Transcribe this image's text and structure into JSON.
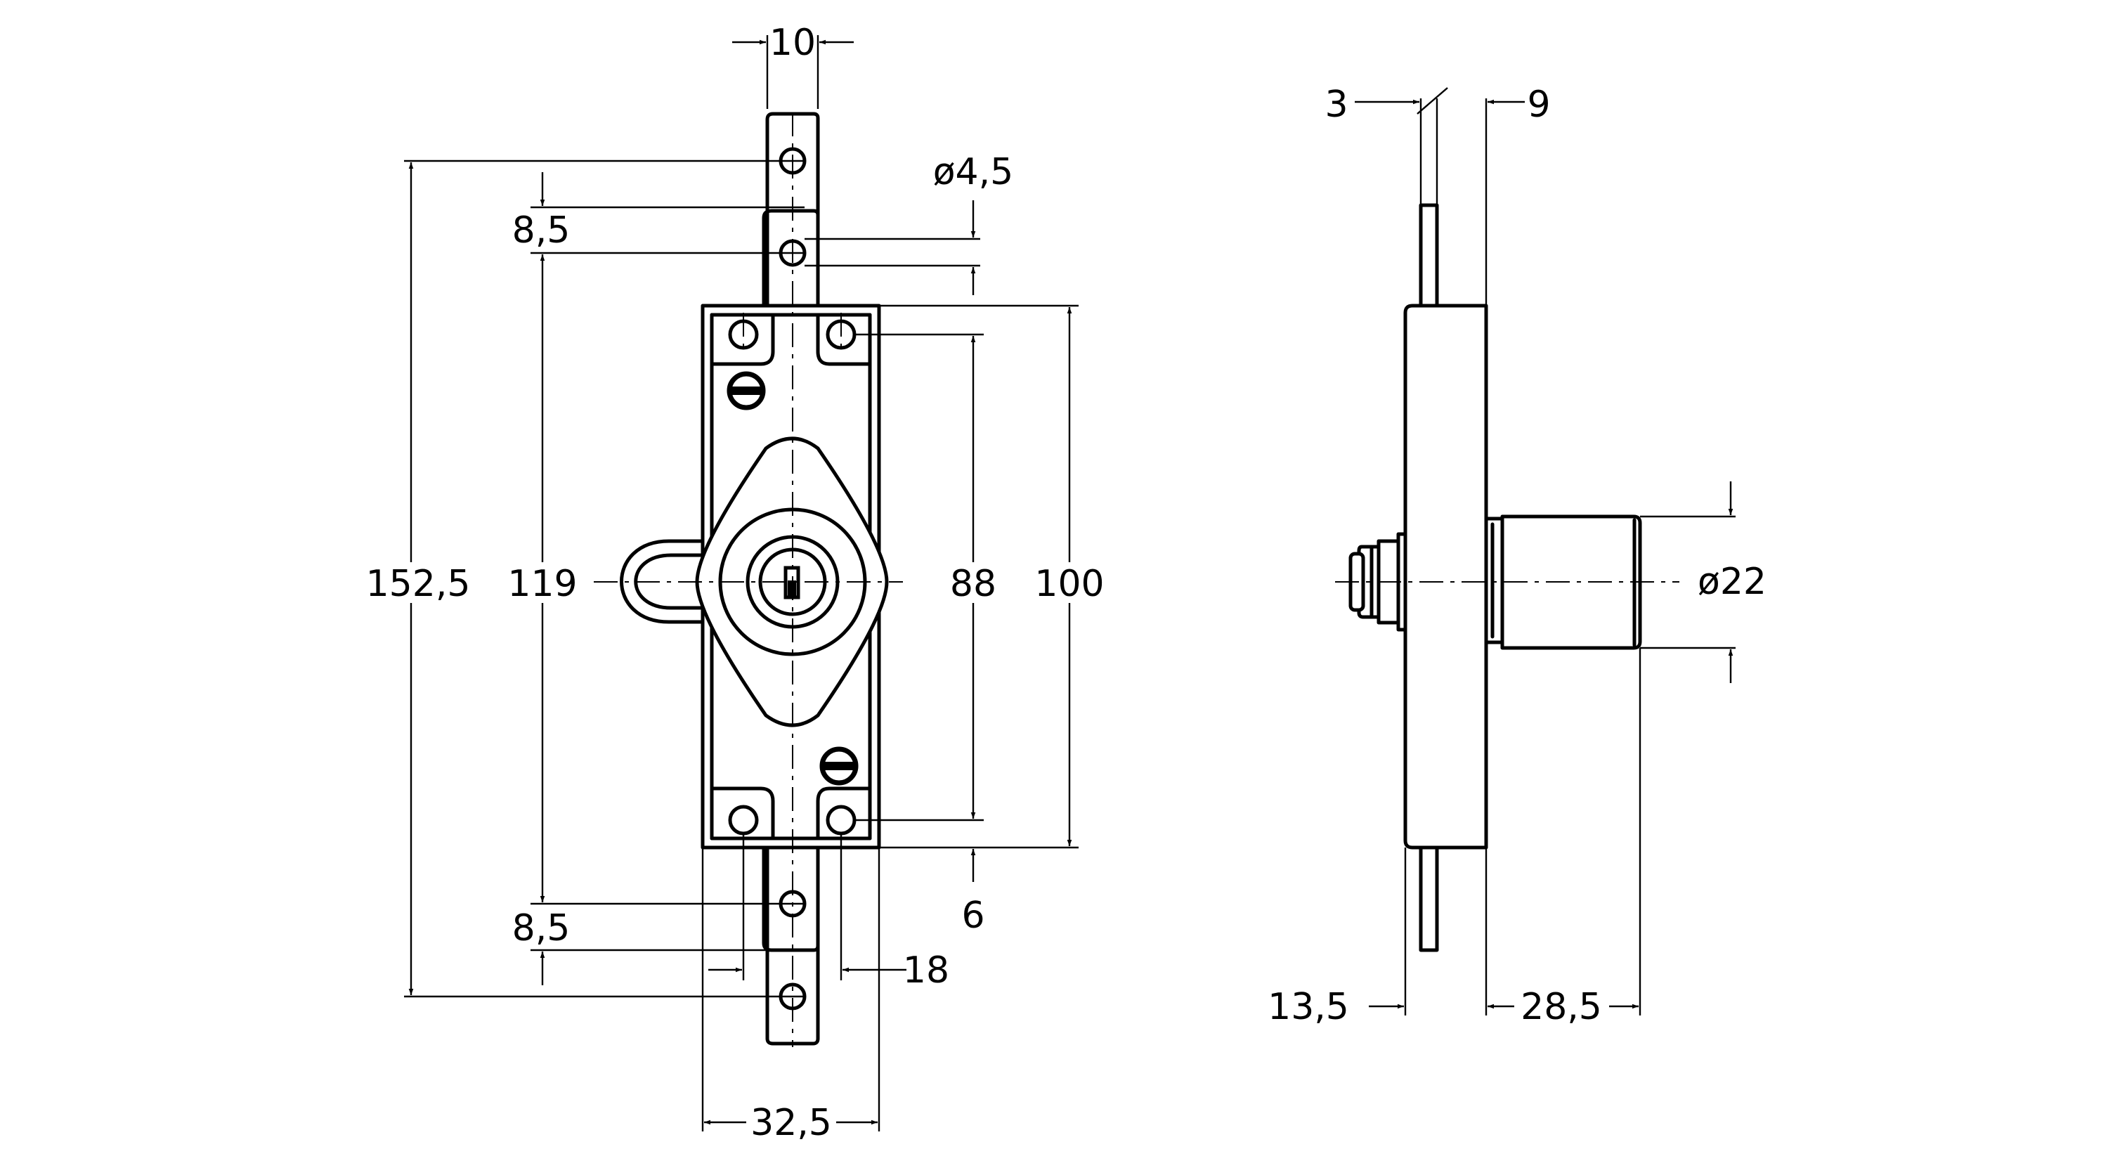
{
  "front_view": {
    "dimensions": {
      "top_strip_width": "10",
      "hole_diameter": "ø4,5",
      "top_hole_offset": "8,5",
      "total_length": "152,5",
      "hole_pitch": "119",
      "mount_hole_pitch": "88",
      "body_height": "100",
      "bottom_hole_offset": "8,5",
      "body_margin": "6",
      "mount_hole_spacing": "18",
      "body_width": "32,5"
    }
  },
  "side_view": {
    "dimensions": {
      "strip_thickness": "3",
      "plate_offset": "9",
      "cylinder_diameter": "ø22",
      "rear_depth": "13,5",
      "cylinder_length": "28,5"
    }
  }
}
